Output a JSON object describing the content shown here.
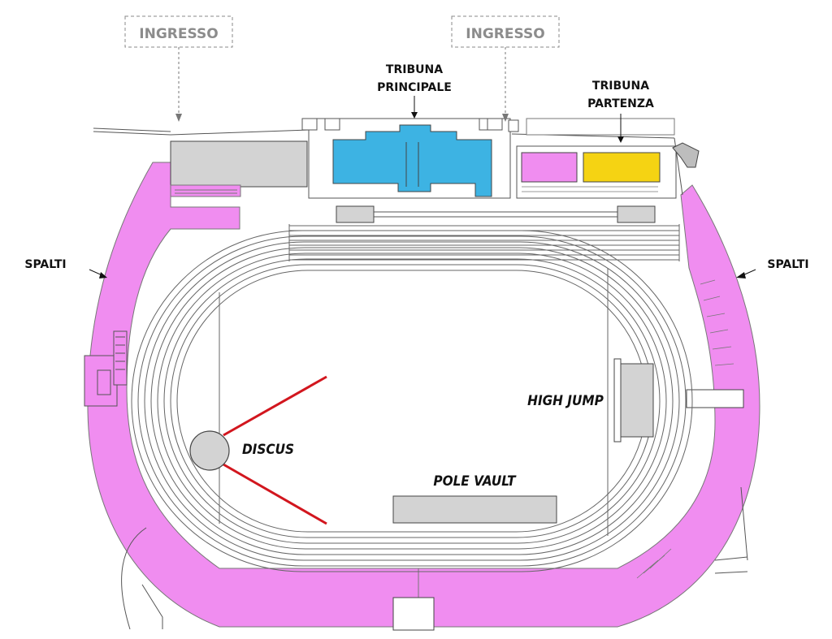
{
  "labels": {
    "entrance_left": "INGRESSO",
    "entrance_right": "INGRESSO",
    "main_stand_line1": "TRIBUNA",
    "main_stand_line2": "PRINCIPALE",
    "start_stand_line1": "TRIBUNA",
    "start_stand_line2": "PARTENZA",
    "stands_left": "SPALTI",
    "stands_right": "SPALTI",
    "high_jump": "HIGH JUMP",
    "discus": "DISCUS",
    "pole_vault": "POLE VAULT"
  },
  "colors": {
    "stands": "#f08df0",
    "main_stand": "#3db3e3",
    "start_stand_a": "#f08df0",
    "start_stand_b": "#f5d313",
    "building": "#d3d3d3",
    "discus_sector": "#d2161e"
  }
}
